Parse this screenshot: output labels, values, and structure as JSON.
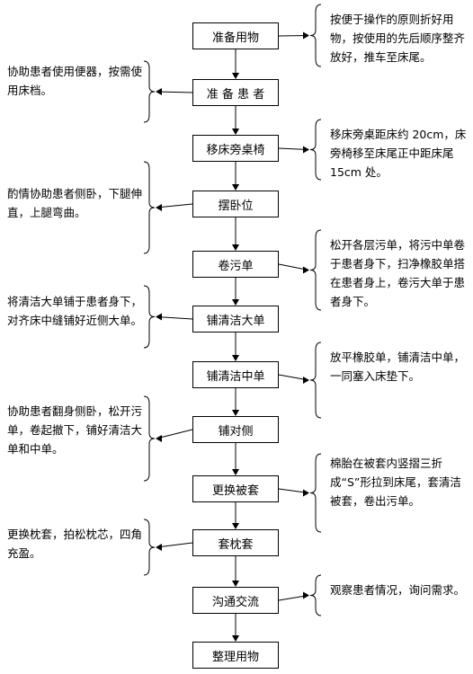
{
  "steps": [
    {
      "label": "准备用物"
    },
    {
      "label": "准 备 患 者"
    },
    {
      "label": "移床旁桌椅"
    },
    {
      "label": "摆卧位"
    },
    {
      "label": "卷污单"
    },
    {
      "label": "铺清洁大单"
    },
    {
      "label": "铺清洁中单"
    },
    {
      "label": "铺对侧"
    },
    {
      "label": "更换被套"
    },
    {
      "label": "套枕套"
    },
    {
      "label": "沟通交流"
    },
    {
      "label": "整理用物"
    }
  ],
  "notes": [
    {
      "step": 0,
      "side": "right",
      "text": "按便于操作的原则折好用物，按使用的先后顺序整齐放好，推车至床尾。"
    },
    {
      "step": 1,
      "side": "left",
      "text": "协助患者使用便器，按需使用床档。"
    },
    {
      "step": 2,
      "side": "right",
      "text": "移床旁桌距床约 20cm，床旁椅移至床尾正中距床尾 15cm 处。"
    },
    {
      "step": 3,
      "side": "left",
      "text": "酌情协助患者侧卧，下腿伸直，上腿弯曲。"
    },
    {
      "step": 4,
      "side": "right",
      "text": "松开各层污单，将污中单卷于患者身下，扫净橡胶单搭在患者身上，卷污大单于患者身下。"
    },
    {
      "step": 5,
      "side": "left",
      "text": "将清洁大单铺于患者身下，对齐床中缝铺好近侧大单。"
    },
    {
      "step": 6,
      "side": "right",
      "text": "放平橡胶单，铺清洁中单，一同塞入床垫下。"
    },
    {
      "step": 7,
      "side": "left",
      "text": "协助患者翻身侧卧，松开污单，卷起撤下，铺好清洁大单和中单。"
    },
    {
      "step": 8,
      "side": "right",
      "text": "棉胎在被套内竖摺三折成“S”形拉到床尾，套清洁被套，卷出污单。"
    },
    {
      "step": 9,
      "side": "left",
      "text": "更换枕套，拍松枕芯，四角充盈。"
    },
    {
      "step": 10,
      "side": "right",
      "text": "观察患者情况，询问需求。"
    }
  ]
}
